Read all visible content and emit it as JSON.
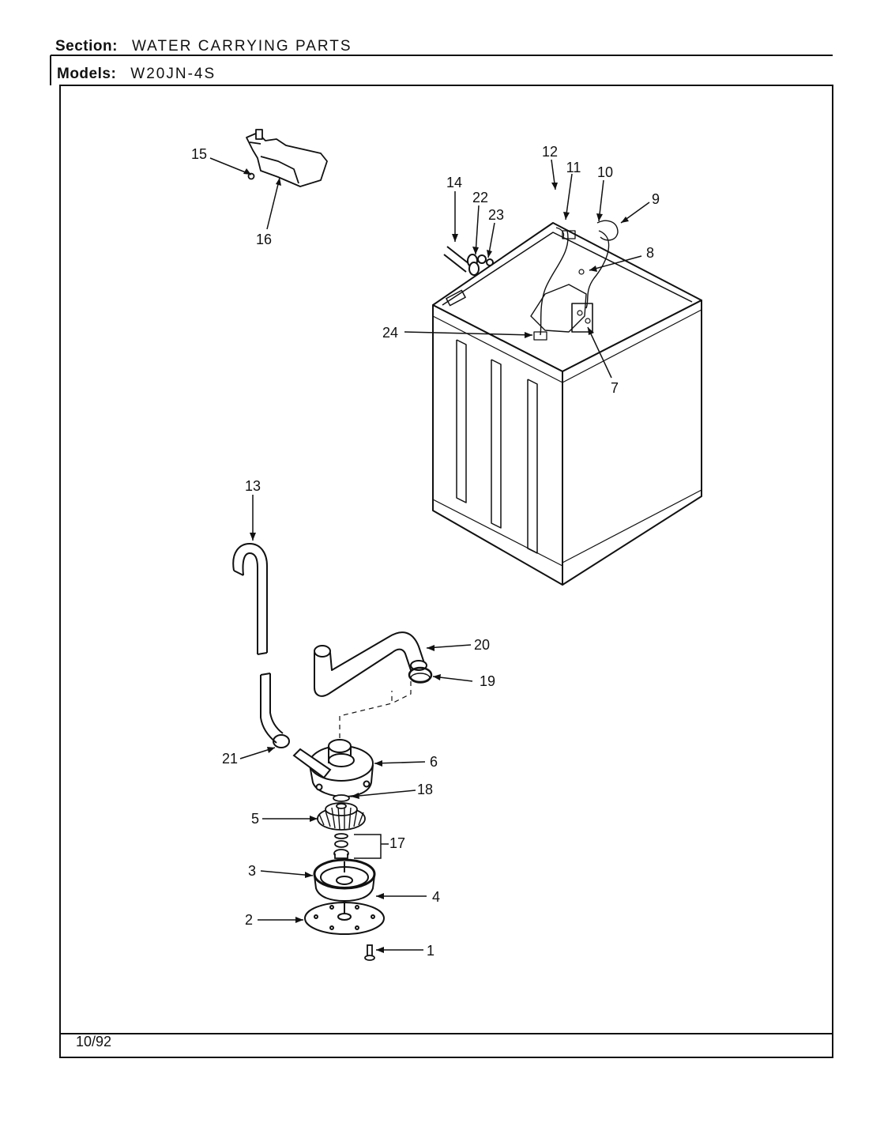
{
  "header": {
    "section_label": "Section:",
    "section_value": "WATER CARRYING PARTS",
    "models_label": "Models:",
    "models_value": "W20JN-4S"
  },
  "footer": {
    "date": "10/92"
  },
  "callouts": [
    "1",
    "2",
    "3",
    "4",
    "5",
    "6",
    "7",
    "8",
    "9",
    "10",
    "11",
    "12",
    "13",
    "14",
    "15",
    "16",
    "17",
    "18",
    "19",
    "20",
    "21",
    "22",
    "23",
    "24"
  ]
}
